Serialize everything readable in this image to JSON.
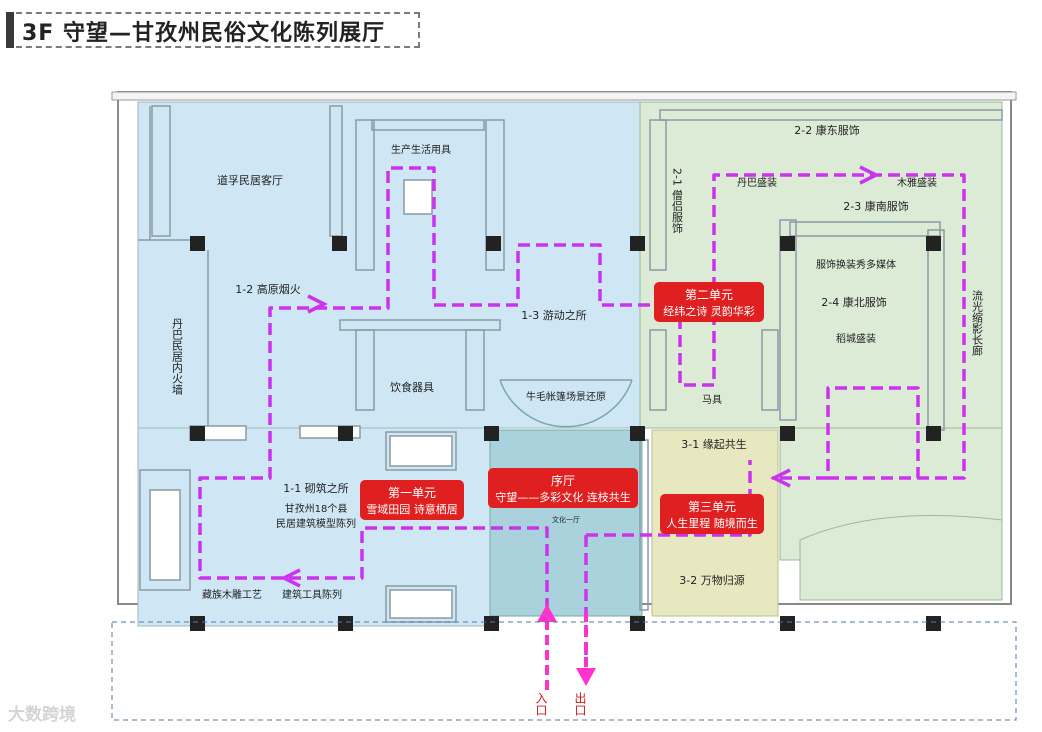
{
  "title": "3F  守望—甘孜州民俗文化陈列展厅",
  "rooms": {
    "r12": "1-2 高原烟火",
    "r13": "1-3 游动之所",
    "r11": "1-1 砌筑之所",
    "r22": "2-2 康东服饰",
    "r21": "2-1 僧侣服饰",
    "r23": "2-3 康南服饰",
    "r24": "2-4 康北服饰",
    "r31": "3-1 缘起共生",
    "r32": "3-2 万物归源"
  },
  "labels": {
    "daofu": "道孚民居客厅",
    "shengchan": "生产生活用具",
    "danba_wall": "丹巴民居内火墙",
    "yinshi": "饮食器具",
    "niumao": "牛毛帐篷场景还原",
    "ganzi_l1": "甘孜州18个县",
    "ganzi_l2": "民居建筑模型陈列",
    "zangzu": "藏族木雕工艺",
    "jianzhu": "建筑工具陈列",
    "danba_costume": "丹巴盛装",
    "muya": "木雅盛装",
    "fushi_huanzhuang": "服饰换装秀多媒体",
    "daocheng": "稻城盛装",
    "liuguang": "流光缩影长廊",
    "maju": "马具",
    "wenhua_yiting": "文化一厅",
    "entrance": "入口",
    "exit": "出口"
  },
  "units": {
    "u1_title": "第一单元",
    "u1_sub": "雪域田园 诗意栖居",
    "prelude_title": "序厅",
    "prelude_sub": "守望——多彩文化 连枝共生",
    "u2_title": "第二单元",
    "u2_sub": "经纬之诗 灵韵华彩",
    "u3_title": "第三单元",
    "u3_sub": "人生里程 随境而生"
  },
  "watermark": "大数跨境",
  "colors": {
    "zone_blue": "#cfe7f5",
    "zone_green": "#dcebd6",
    "zone_yellow": "#e8e8c0",
    "zone_teal": "#a9d2dc",
    "path_magenta": "#cc33ee",
    "unit_red": "#e02020",
    "arrow_pink": "#ff33cc"
  }
}
